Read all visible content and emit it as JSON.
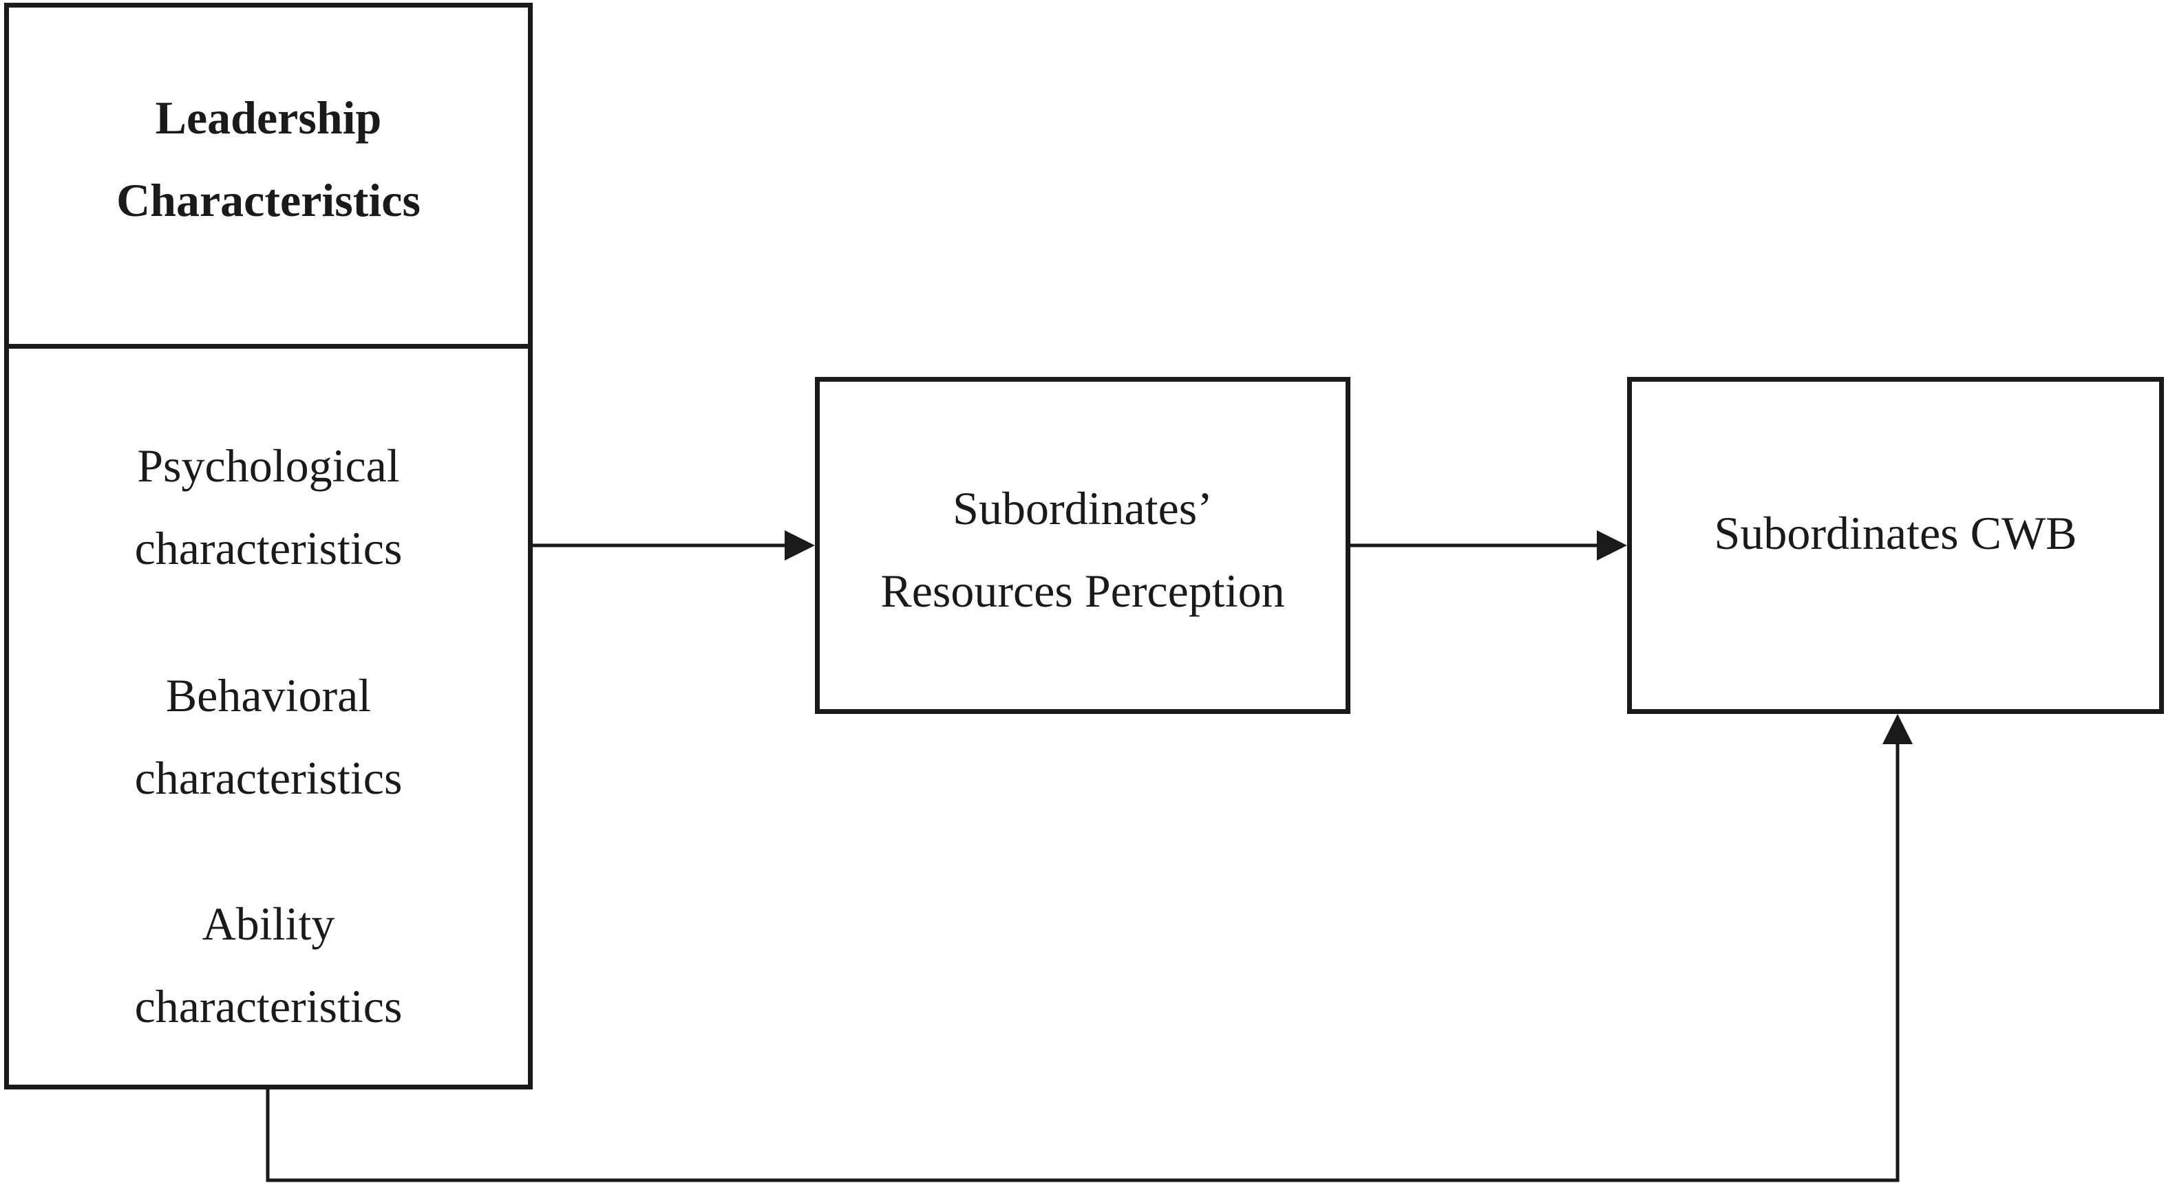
{
  "leadership": {
    "title_line1": "Leadership",
    "title_line2": "Characteristics",
    "characteristics": [
      {
        "line1": "Psychological",
        "line2": "characteristics"
      },
      {
        "line1": "Behavioral",
        "line2": "characteristics"
      },
      {
        "line1": "Ability",
        "line2": "characteristics"
      }
    ]
  },
  "mediator": {
    "line1": "Subordinates’",
    "line2": "Resources Perception"
  },
  "outcome": {
    "label": "Subordinates CWB"
  },
  "colors": {
    "stroke": "#1a1a1a",
    "background": "#ffffff"
  }
}
